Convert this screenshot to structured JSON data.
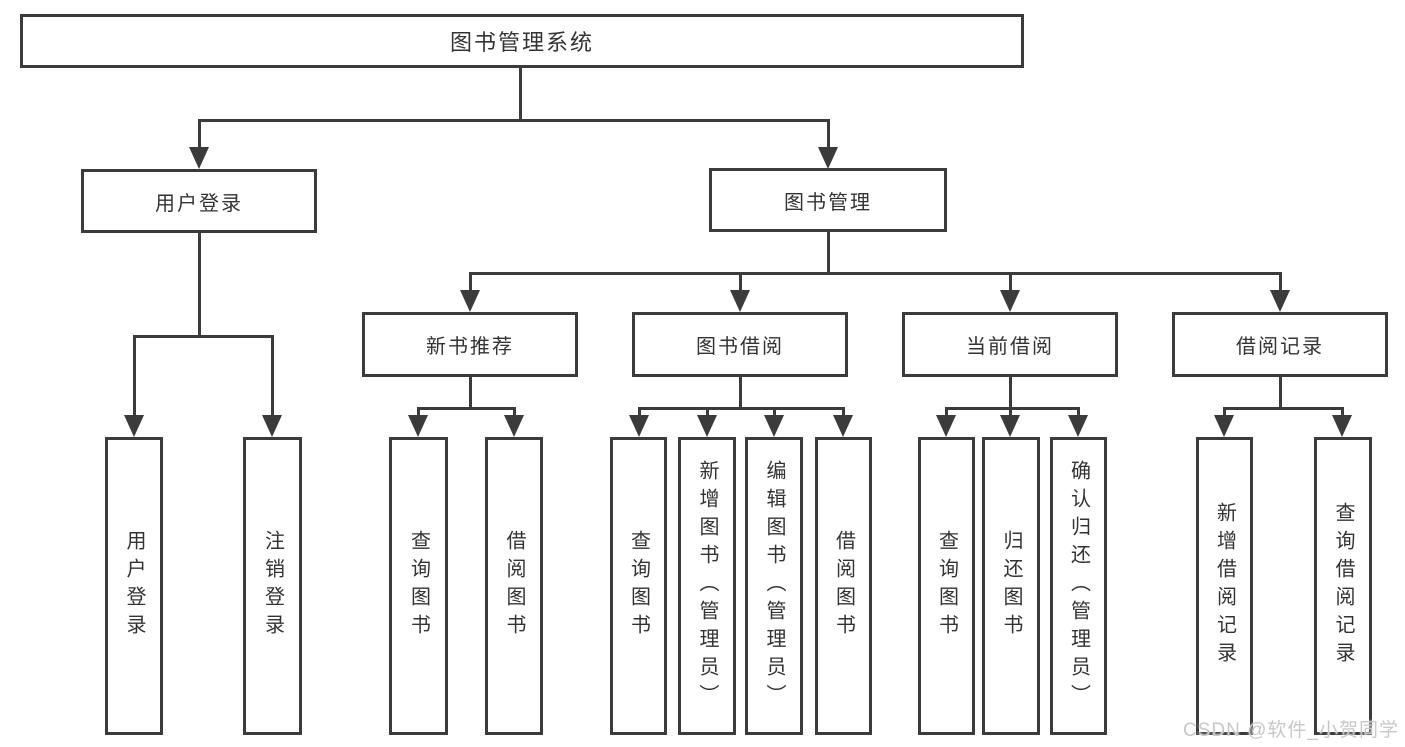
{
  "tree": {
    "label": "图书管理系统",
    "children": [
      {
        "label": "用户登录",
        "children": [
          {
            "label": "用户登录"
          },
          {
            "label": "注销登录"
          }
        ]
      },
      {
        "label": "图书管理",
        "children": [
          {
            "label": "新书推荐",
            "children": [
              {
                "label": "查询图书"
              },
              {
                "label": "借阅图书"
              }
            ]
          },
          {
            "label": "图书借阅",
            "children": [
              {
                "label": "查询图书"
              },
              {
                "label": "新增图书（管理员）"
              },
              {
                "label": "编辑图书（管理员）"
              },
              {
                "label": "借阅图书"
              }
            ]
          },
          {
            "label": "当前借阅",
            "children": [
              {
                "label": "查询图书"
              },
              {
                "label": "归还图书"
              },
              {
                "label": "确认归还（管理员）"
              }
            ]
          },
          {
            "label": "借阅记录",
            "children": [
              {
                "label": "新增借阅记录"
              },
              {
                "label": "查询借阅记录"
              }
            ]
          }
        ]
      }
    ]
  },
  "watermark": {
    "text": "CSDN @软件_小贺同学"
  },
  "colors": {
    "line": "#3b3b3b",
    "text": "#333333",
    "watermark": "#c8c8c8",
    "background": "#ffffff"
  }
}
